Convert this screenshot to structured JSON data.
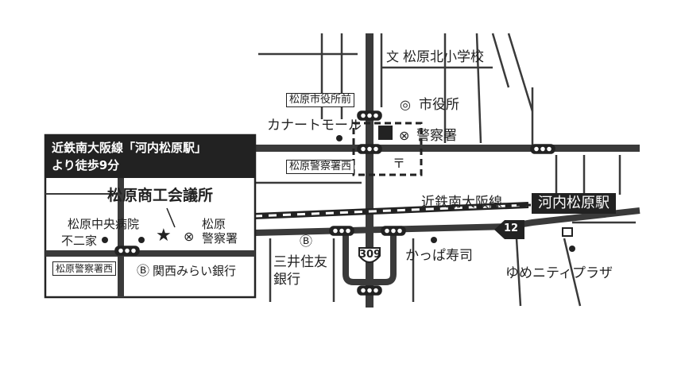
{
  "labels": {
    "matsubara_kita_school": "松原北小学校",
    "shiyakusho_mae": "松原市役所前",
    "shiyakusho": "市役所",
    "kanart_mall": "カナートモール",
    "keisatsusho": "警察署",
    "keisatsusho_nishi": "松原警察署西",
    "kintetsu_line": "近鉄南大阪線",
    "station": "河内松原駅",
    "route12": "12",
    "route309": "309",
    "kappa_sushi": "かっぱ寿司",
    "mitsui_sumitomo_1": "三井住友",
    "mitsui_sumitomo_2": "銀行",
    "yume_nitty_plaza": "ゆめニティプラザ"
  },
  "inset": {
    "title_line1": "近鉄南大阪線「河内松原駅」",
    "title_line2": "より徒歩9分",
    "shoko_kaigisho": "松原商工会議所",
    "chuo_hospital": "松原中央病院",
    "funi_ya": "不二家",
    "matsubara_police_1": "松原",
    "matsubara_police_2": "警察署",
    "keisatsusho_nishi": "松原警察署西",
    "kansai_mirai": "関西みらい銀行"
  },
  "symbols": {
    "school": "文",
    "city_hall": "◎",
    "police": "⊗",
    "post_office": "〒",
    "bank": "Ⓑ",
    "destination": "★",
    "point": "●",
    "square": "■"
  },
  "colors": {
    "road": "#3a3a3a",
    "label_bg": "#222222",
    "background": "#ffffff"
  }
}
